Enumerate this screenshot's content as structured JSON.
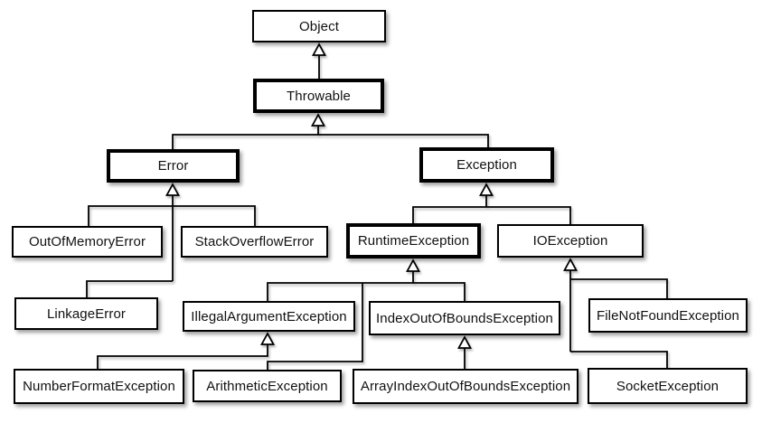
{
  "diagram": {
    "type": "uml-class-hierarchy",
    "subject": "Java Throwable / Exception class hierarchy",
    "notation": "UML generalization: hollow triangle arrowheads point toward the superclass",
    "colors": {
      "background": "#ffffff",
      "box_fill": "#ffffff",
      "box_border": "#000000",
      "line": "#000000",
      "text": "#111111",
      "shadow": "rgba(0,0,0,0.38)"
    },
    "nodes": {
      "object": {
        "label": "Object",
        "emphasized": false
      },
      "throwable": {
        "label": "Throwable",
        "emphasized": true
      },
      "error": {
        "label": "Error",
        "emphasized": true
      },
      "exception": {
        "label": "Exception",
        "emphasized": true
      },
      "outOfMemoryError": {
        "label": "OutOfMemoryError",
        "emphasized": false
      },
      "stackOverflowError": {
        "label": "StackOverflowError",
        "emphasized": false
      },
      "runtimeException": {
        "label": "RuntimeException",
        "emphasized": true
      },
      "ioException": {
        "label": "IOException",
        "emphasized": false
      },
      "linkageError": {
        "label": "LinkageError",
        "emphasized": false
      },
      "illegalArgumentException": {
        "label": "IllegalArgumentException",
        "emphasized": false
      },
      "indexOutOfBoundsException": {
        "label": "IndexOutOfBoundsException",
        "emphasized": false
      },
      "fileNotFoundException": {
        "label": "FileNotFoundException",
        "emphasized": false
      },
      "numberFormatException": {
        "label": "NumberFormatException",
        "emphasized": false
      },
      "arithmeticException": {
        "label": "ArithmeticException",
        "emphasized": false
      },
      "arrayIndexOutOfBoundsException": {
        "label": "ArrayIndexOutOfBoundsException",
        "emphasized": false
      },
      "socketException": {
        "label": "SocketException",
        "emphasized": false
      }
    },
    "edges": [
      {
        "child": "Throwable",
        "parent": "Object"
      },
      {
        "child": "Error",
        "parent": "Throwable"
      },
      {
        "child": "Exception",
        "parent": "Throwable"
      },
      {
        "child": "OutOfMemoryError",
        "parent": "Error"
      },
      {
        "child": "StackOverflowError",
        "parent": "Error"
      },
      {
        "child": "LinkageError",
        "parent": "Error"
      },
      {
        "child": "RuntimeException",
        "parent": "Exception"
      },
      {
        "child": "IOException",
        "parent": "Exception"
      },
      {
        "child": "IllegalArgumentException",
        "parent": "RuntimeException"
      },
      {
        "child": "IndexOutOfBoundsException",
        "parent": "RuntimeException"
      },
      {
        "child": "ArithmeticException",
        "parent": "RuntimeException"
      },
      {
        "child": "FileNotFoundException",
        "parent": "IOException"
      },
      {
        "child": "SocketException",
        "parent": "IOException"
      },
      {
        "child": "NumberFormatException",
        "parent": "IllegalArgumentException"
      },
      {
        "child": "ArrayIndexOutOfBoundsException",
        "parent": "IndexOutOfBoundsException"
      }
    ]
  }
}
